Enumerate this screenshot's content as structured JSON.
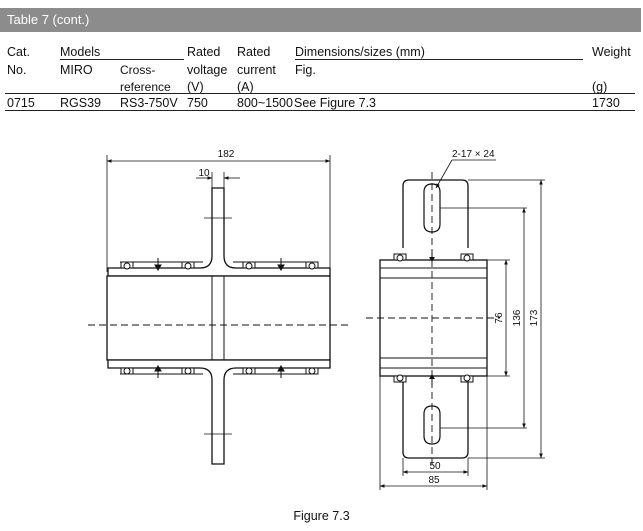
{
  "table_title": "Table 7 (cont.)",
  "headers": {
    "cat_1": "Cat.",
    "cat_2": "No.",
    "models": "Models",
    "miro": "MIRO",
    "cross_1": "Cross-",
    "cross_2": "reference",
    "rated_v_1": "Rated",
    "rated_v_2": "voltage",
    "rated_v_3": "(V)",
    "rated_c_1": "Rated",
    "rated_c_2": "current",
    "rated_c_3": "(A)",
    "dims": "Dimensions/sizes (mm)",
    "fig": "Fig.",
    "weight_1": "Weight",
    "weight_2": "(g)"
  },
  "row": {
    "cat": "0715",
    "miro": "RGS39",
    "cross": "RS3-750V",
    "voltage": "750",
    "current": "800~1500",
    "fig": "See Figure 7.3",
    "weight": "1730"
  },
  "dims": {
    "d182": "182",
    "d10": "10",
    "slot": "2-17 × 24",
    "d76": "76",
    "d136": "136",
    "d173": "173",
    "d50": "50",
    "d85": "85"
  },
  "caption": "Figure 7.3"
}
